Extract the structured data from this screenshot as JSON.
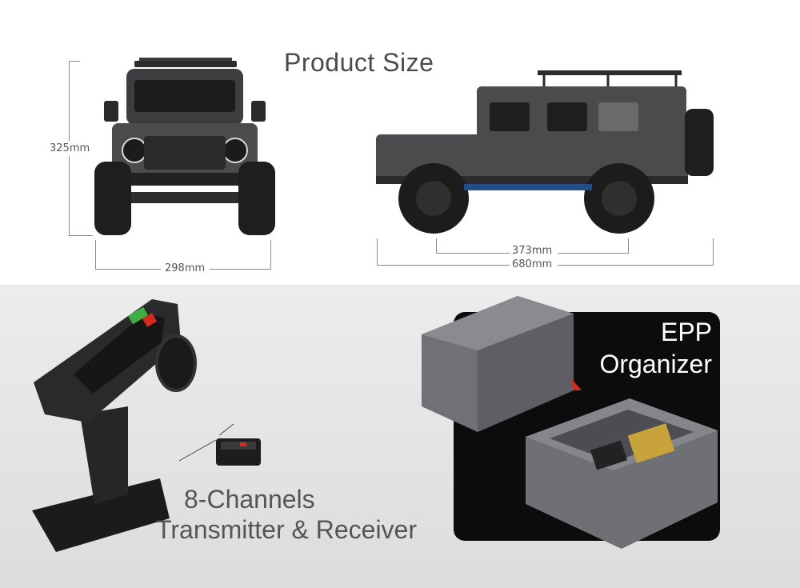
{
  "title": "Product Size",
  "dimensions": {
    "height": "325mm",
    "width": "298mm",
    "wheelbase": "373mm",
    "length": "680mm"
  },
  "epp": {
    "line1": "EPP",
    "line2": "Organizer"
  },
  "transmitter": {
    "line1": "8-Channels",
    "line2": "Transmitter & Receiver"
  },
  "colors": {
    "title": "#4a4a4a",
    "truck_body": "#4b4b4d",
    "panel_dark": "#0c0c0c",
    "foam": "#6f7075",
    "accent_red": "#d62a1f"
  }
}
